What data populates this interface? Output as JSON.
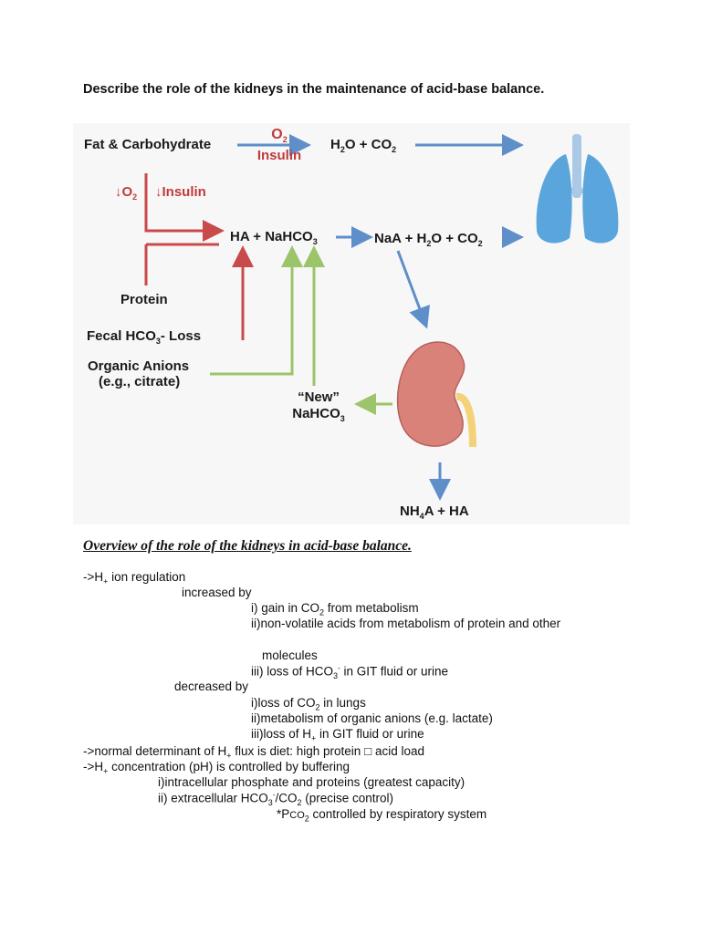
{
  "question": "Describe the role of the kidneys in the maintenance of acid-base balance.",
  "diagram": {
    "fat_carb": "Fat & Carbohydrate",
    "o2": "O",
    "o2_sub": "2",
    "insulin": "Insulin",
    "h2o_co2": [
      "H",
      "2",
      "O + CO",
      "2"
    ],
    "dec_o2": "↓O",
    "dec_o2_sub": "2",
    "dec_insulin": "↓Insulin",
    "ha_nahco3": [
      "HA + NaHCO",
      "3"
    ],
    "naa": [
      "NaA + H",
      "2",
      "O + CO",
      "2"
    ],
    "protein": "Protein",
    "fecal": [
      "Fecal HCO",
      "3",
      "- Loss"
    ],
    "organic_anions": "Organic Anions",
    "eg_citrate": "(e.g., citrate)",
    "new": "“New”",
    "new_nahco3": [
      "NaHCO",
      "3"
    ],
    "nh4a": [
      "NH",
      "4",
      "A + HA"
    ],
    "colors": {
      "red": "#c94a4a",
      "green": "#9cc46a",
      "blue": "#5e8fc9",
      "lung": "#5aa6dc",
      "kidney": "#d9827a"
    }
  },
  "overview": {
    "title": "Overview of the role of the kidneys in acid-base balance",
    "title_end": ".",
    "lines": {
      "l1a": "->H",
      "l1b": "+",
      "l1c": " ion regulation",
      "l2": "increased by",
      "l3a": "i)  gain in CO",
      "l3b": "2",
      "l3c": " from metabolism",
      "l4": "ii)non-volatile acids from metabolism of protein and other",
      "l5": "molecules",
      "l6a": "iii) loss of HCO",
      "l6b": "3",
      "l6c": "-",
      "l6d": " in GIT fluid or urine",
      "l7": "decreased by",
      "l8a": "i)loss of CO",
      "l8b": "2",
      "l8c": " in lungs",
      "l9": "ii)metabolism of organic anions (e.g. lactate)",
      "l10a": "iii)loss of H",
      "l10b": "+",
      "l10c": " in GIT fluid or urine",
      "l11a": "->normal determinant of H",
      "l11b": "+",
      "l11c": " flux is diet: high protein ",
      "l11d": "□",
      "l11e": " acid load",
      "l12a": "->H",
      "l12b": "+",
      "l12c": " concentration (pH) is controlled by buffering",
      "l13": "i)intracellular phosphate and proteins (greatest capacity)",
      "l14a": "ii) extracellular HCO",
      "l14b": "3",
      "l14c": "-",
      "l14d": "/CO",
      "l14e": "2",
      "l14f": " (precise control)",
      "l15a": "*P",
      "l15b": "CO",
      "l15c": "2",
      "l15d": " controlled by respiratory system"
    }
  }
}
